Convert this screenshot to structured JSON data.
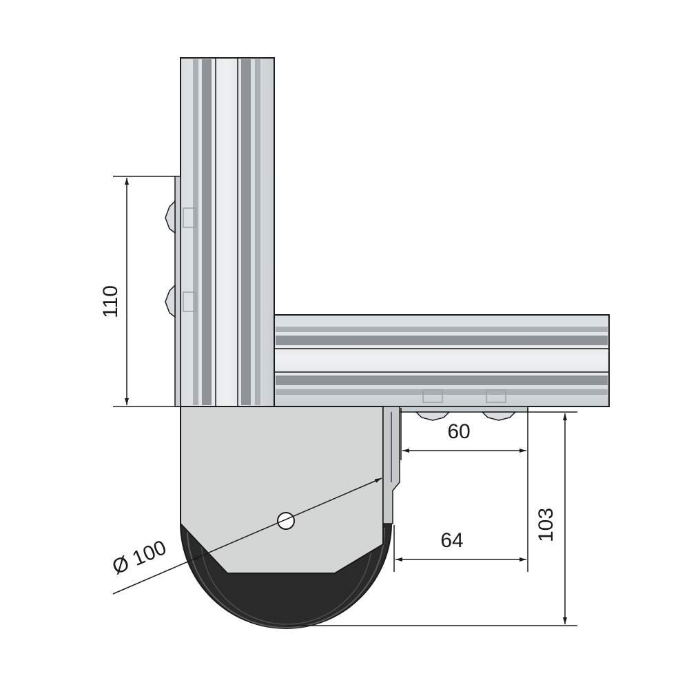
{
  "drawing": {
    "dimensions": {
      "height_upright": "110",
      "spacing_top": "60",
      "offset_bottom": "64",
      "overall_height": "103",
      "wheel_diameter": "Ø 100"
    }
  },
  "colors": {
    "background": "#ffffff",
    "profile_light": "#e2e6e8",
    "profile_mid": "#b9bfc3",
    "profile_dark": "#7c8286",
    "bracket": "#d3d6d5",
    "wheel_tire": "#2a2a2a",
    "outline": "#1a1a1a"
  }
}
